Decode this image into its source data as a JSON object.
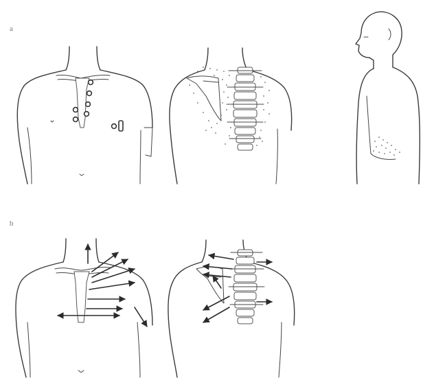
{
  "panels": [
    {
      "id": "a",
      "label": "a"
    },
    {
      "id": "b",
      "label": "b"
    }
  ]
}
